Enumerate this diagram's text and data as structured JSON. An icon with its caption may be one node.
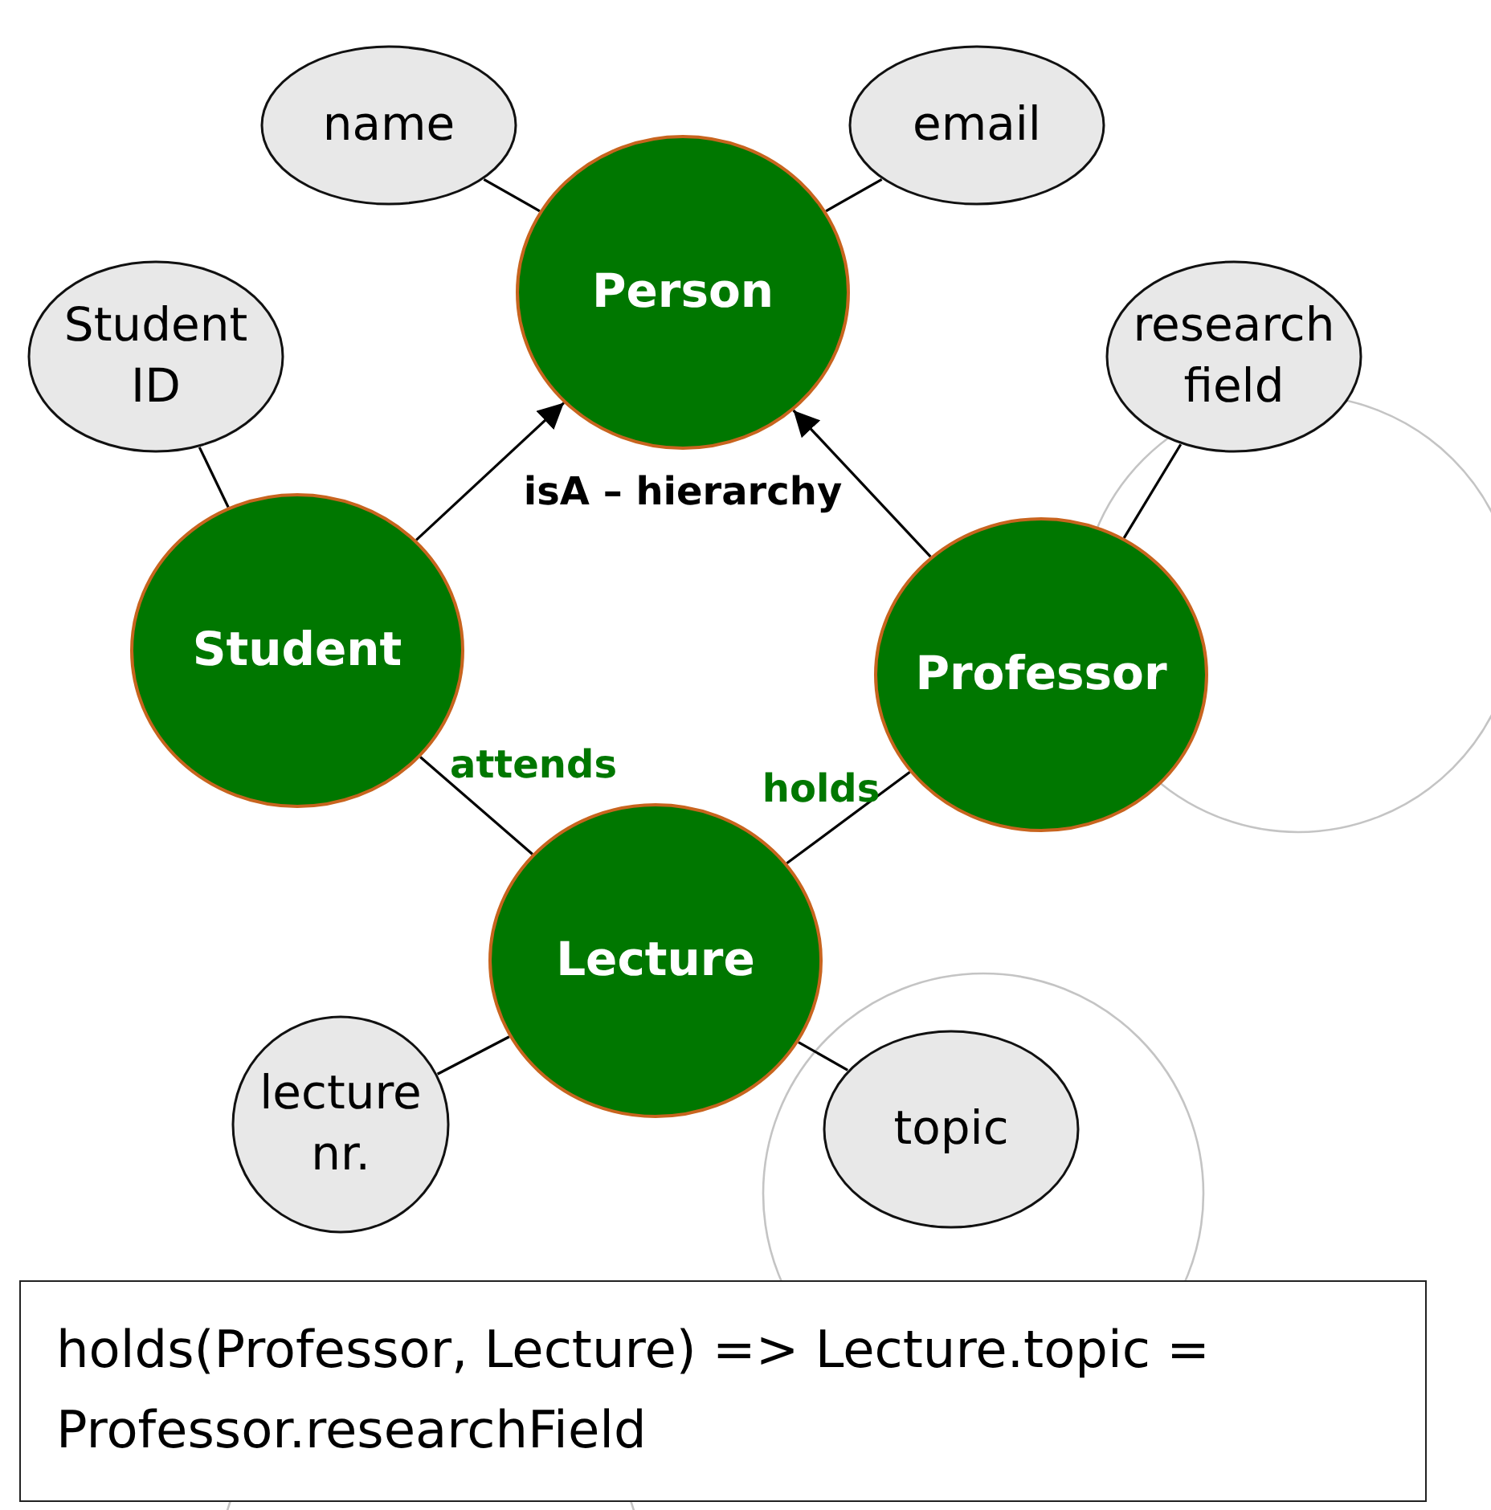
{
  "diagram": {
    "nodes": [
      {
        "text": [
          "name"
        ]
      },
      {
        "text": [
          "email"
        ]
      },
      {
        "text": [
          "Person"
        ]
      },
      {
        "text": [
          "Student ID"
        ]
      },
      {
        "text": [
          "research field"
        ]
      },
      {
        "text": [
          "Student"
        ]
      },
      {
        "text": [
          "Professor"
        ]
      },
      {
        "text": [
          "Lecture"
        ]
      },
      {
        "text": [
          "lecture nr."
        ]
      },
      {
        "text": [
          "topic"
        ]
      },
      {
        "text": [
          "holds(Professor, Lecture) => Lecture.topic = Professor.researchField"
        ]
      }
    ],
    "edges": [
      {
        "from": 0,
        "to": 2,
        "arrow": "none"
      },
      {
        "from": 1,
        "to": 2,
        "arrow": "none"
      },
      {
        "from": 3,
        "to": 5,
        "arrow": "none"
      },
      {
        "from": 4,
        "to": 6,
        "arrow": "none"
      },
      {
        "from": 5,
        "to": 2,
        "arrow": "to"
      },
      {
        "from": 6,
        "to": 2,
        "arrow": "to"
      },
      {
        "from": 5,
        "to": 7,
        "arrow": "none",
        "label": "attends"
      },
      {
        "from": 7,
        "to": 6,
        "arrow": "none",
        "label": "holds"
      },
      {
        "from": 8,
        "to": 7,
        "arrow": "none"
      },
      {
        "from": 9,
        "to": 7,
        "arrow": "none"
      }
    ],
    "labels": [
      "isA – hierarchy"
    ]
  }
}
